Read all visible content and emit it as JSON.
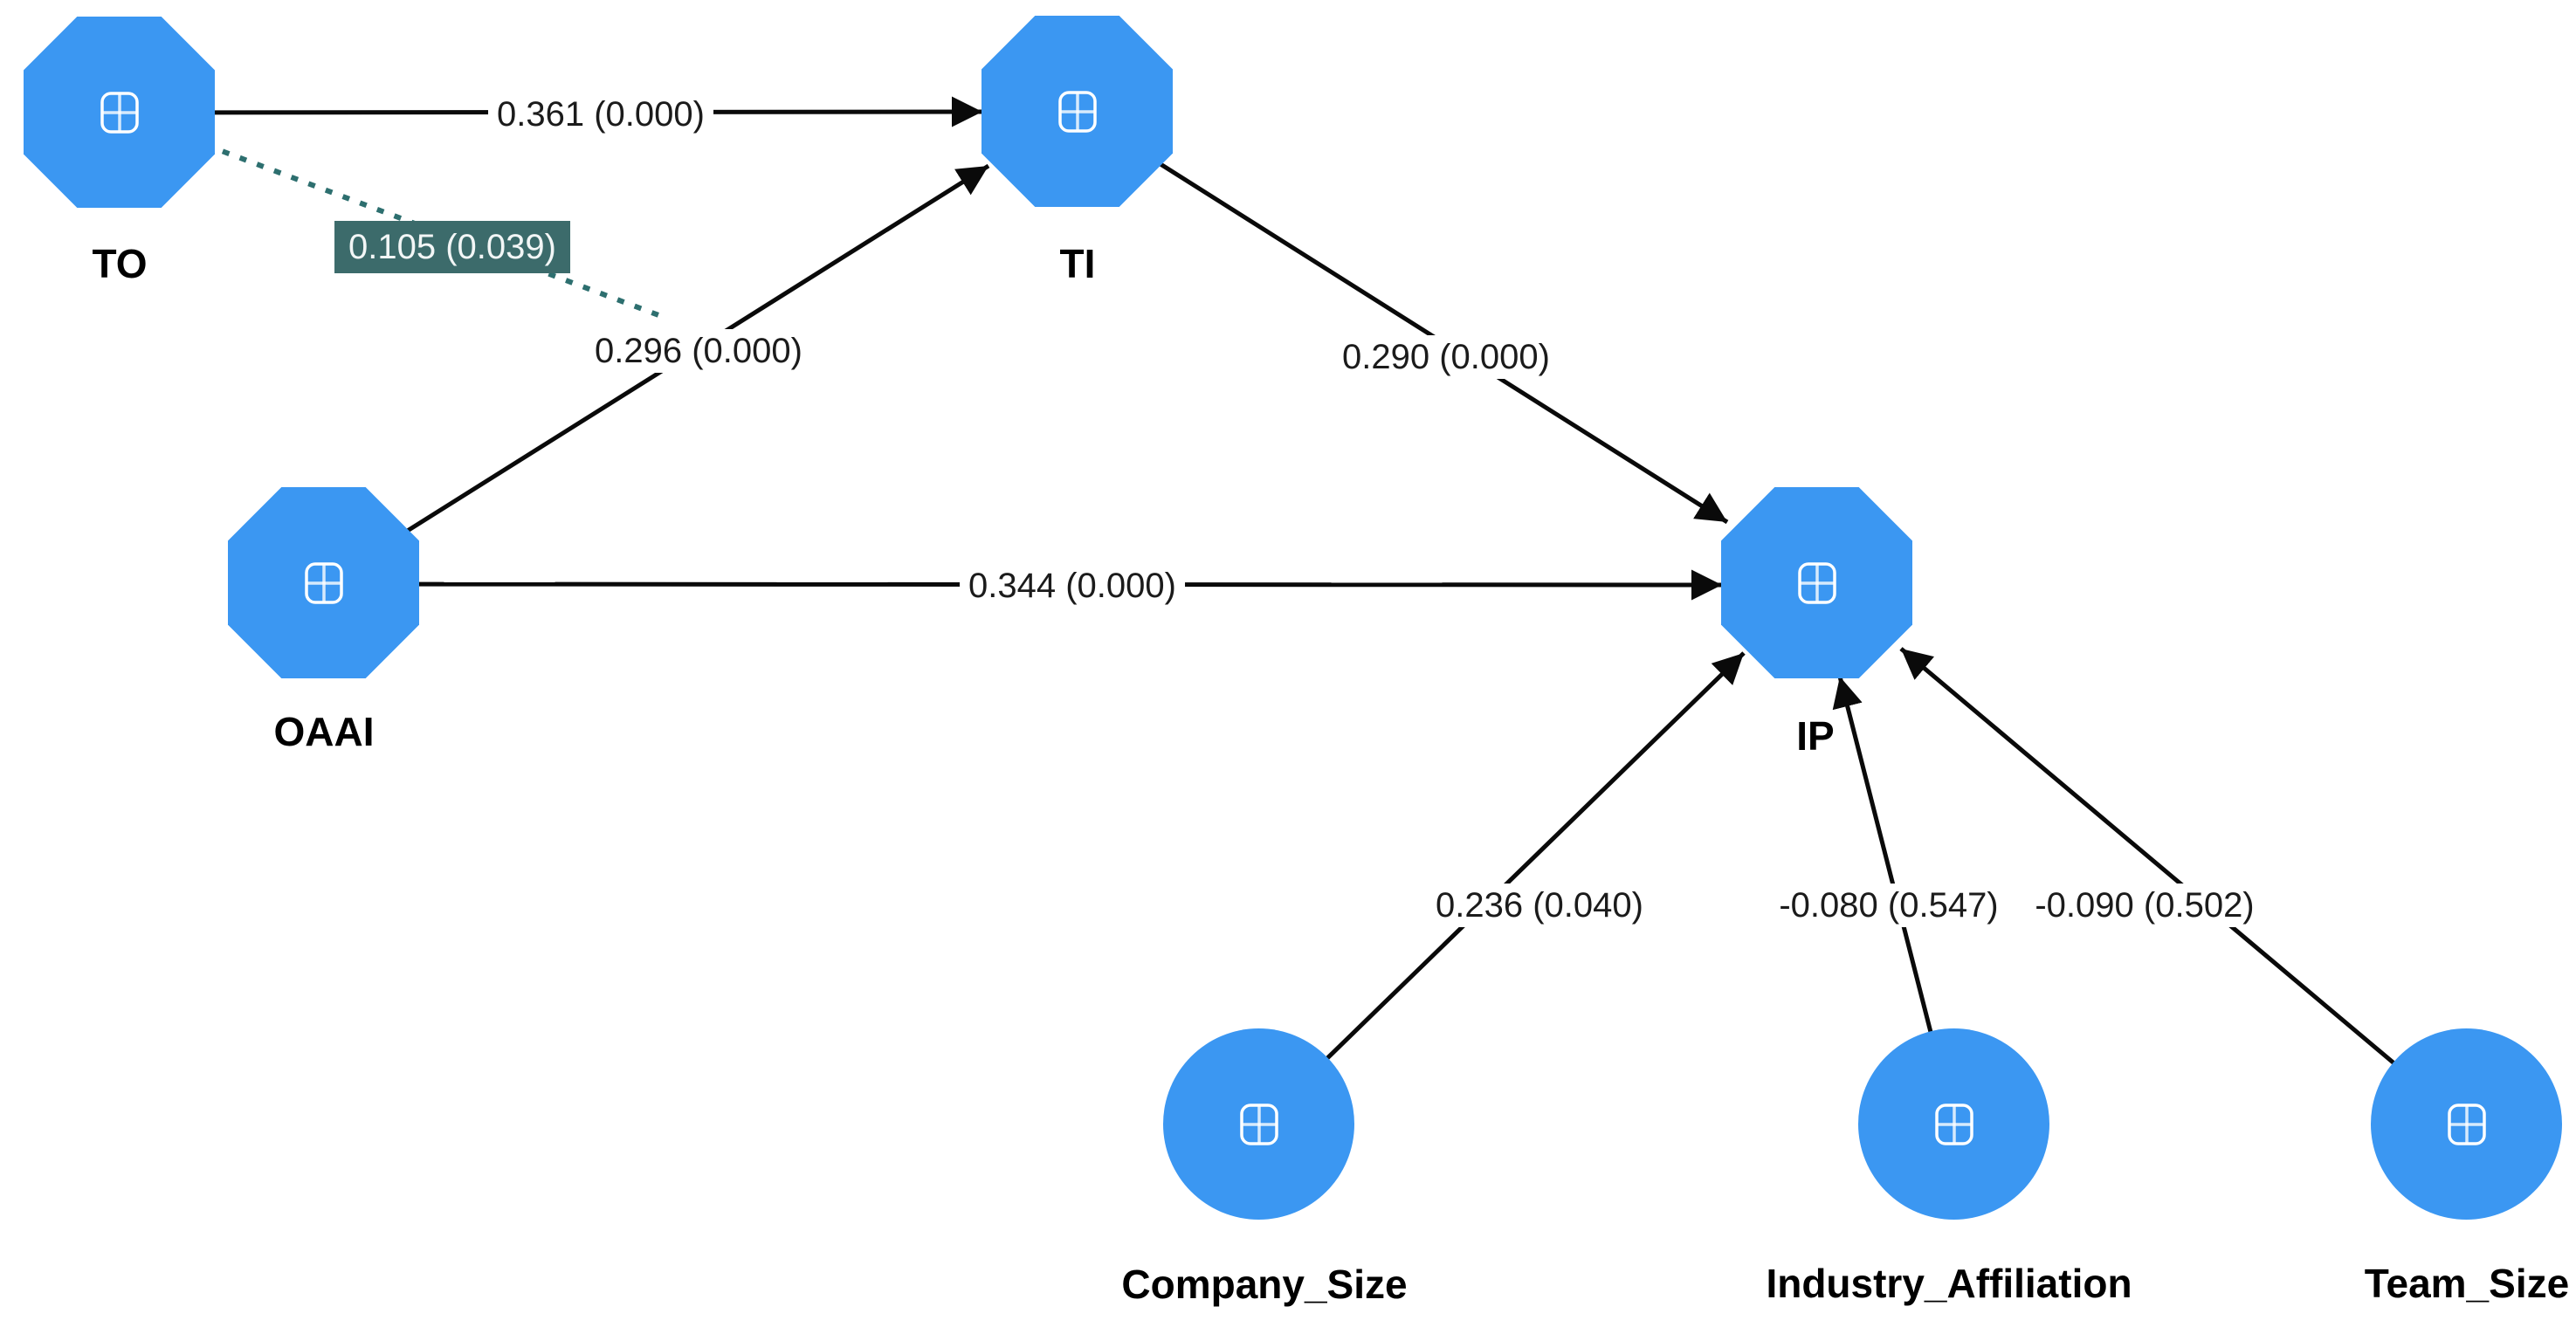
{
  "diagram_title": "",
  "colors": {
    "node_fill": "#3B97F2",
    "edge_stroke": "#0A0A0A",
    "coefficient_text": "#1B1B1B",
    "node_label_text": "#000000",
    "moderation_box_bg": "#3C6B6B",
    "moderation_box_text": "#F2F6F6",
    "moderation_dash": "#2D6F6F",
    "background": "#FFFFFF"
  },
  "nodes": [
    {
      "id": "TO",
      "label": "TO",
      "shape": "octagon",
      "icon": "plus-square-icon"
    },
    {
      "id": "TI",
      "label": "TI",
      "shape": "octagon",
      "icon": "plus-square-icon"
    },
    {
      "id": "OAAI",
      "label": "OAAI",
      "shape": "octagon",
      "icon": "plus-square-icon"
    },
    {
      "id": "IP",
      "label": "IP",
      "shape": "octagon",
      "icon": "plus-square-icon"
    },
    {
      "id": "Company_Size",
      "label": "Company_Size",
      "shape": "circle",
      "icon": "plus-square-icon"
    },
    {
      "id": "Industry_Affiliation",
      "label": "Industry_Affiliation",
      "shape": "circle",
      "icon": "plus-square-icon"
    },
    {
      "id": "Team_Size",
      "label": "Team_Size",
      "shape": "circle",
      "icon": "plus-square-icon"
    }
  ],
  "edges": [
    {
      "from": "TO",
      "to": "TI",
      "label": "0.361 (0.000)",
      "style": "solid-arrow"
    },
    {
      "from": "OAAI",
      "to": "TI",
      "label": "0.296 (0.000)",
      "style": "solid-arrow"
    },
    {
      "from": "TI",
      "to": "IP",
      "label": "0.290 (0.000)",
      "style": "solid-arrow"
    },
    {
      "from": "OAAI",
      "to": "IP",
      "label": "0.344 (0.000)",
      "style": "solid-arrow"
    },
    {
      "from": "Company_Size",
      "to": "IP",
      "label": "0.236 (0.040)",
      "style": "solid-arrow"
    },
    {
      "from": "Industry_Affiliation",
      "to": "IP",
      "label": "-0.080 (0.547)",
      "style": "solid-arrow"
    },
    {
      "from": "Team_Size",
      "to": "IP",
      "label": "-0.090 (0.502)",
      "style": "solid-arrow"
    },
    {
      "from": "TO",
      "to": "OAAI-TI-path",
      "label": "0.105 (0.039)",
      "style": "dashed-moderation"
    }
  ]
}
